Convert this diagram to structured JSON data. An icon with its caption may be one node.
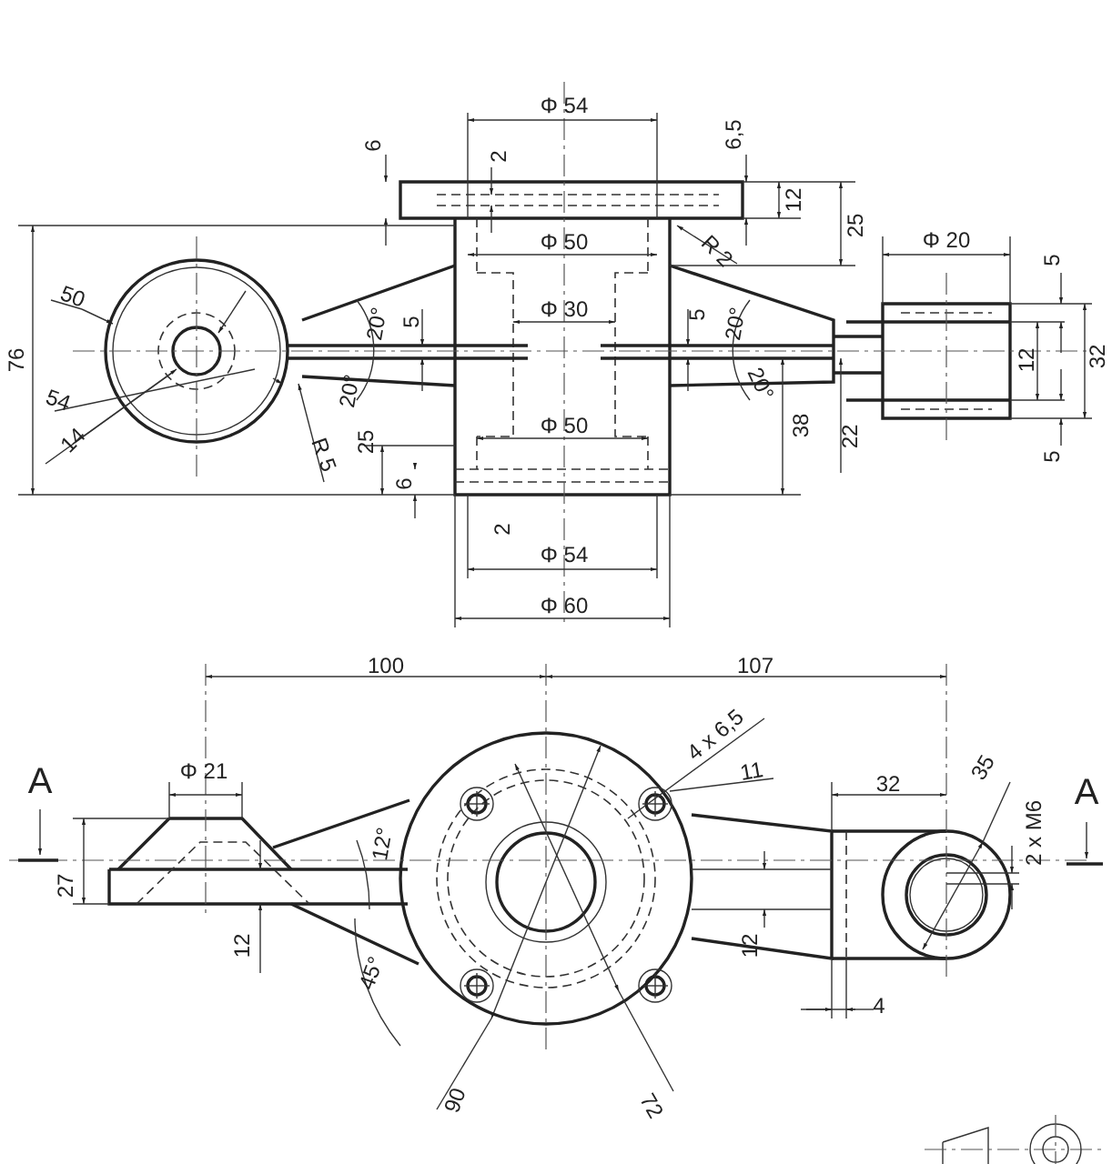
{
  "diagram": {
    "labels": [
      "Φ 54",
      "6",
      "6,5",
      "2",
      "12",
      "25",
      "Φ 50",
      "R 2",
      "Φ 20",
      "5",
      "76",
      "50",
      "20°",
      "5",
      "Φ 30",
      "5",
      "20°",
      "12",
      "32",
      "54",
      "20°",
      "20°",
      "Φ 50",
      "14",
      "R 5",
      "25",
      "38",
      "22",
      "5",
      "6",
      "2",
      "Φ 54",
      "Φ 60",
      "100",
      "107",
      "4 x 6,5",
      "A",
      "Φ 21",
      "11",
      "32",
      "35",
      "A",
      "2 x M6",
      "12°",
      "27",
      "12",
      "12",
      "45°",
      "4",
      "90",
      "72"
    ]
  }
}
